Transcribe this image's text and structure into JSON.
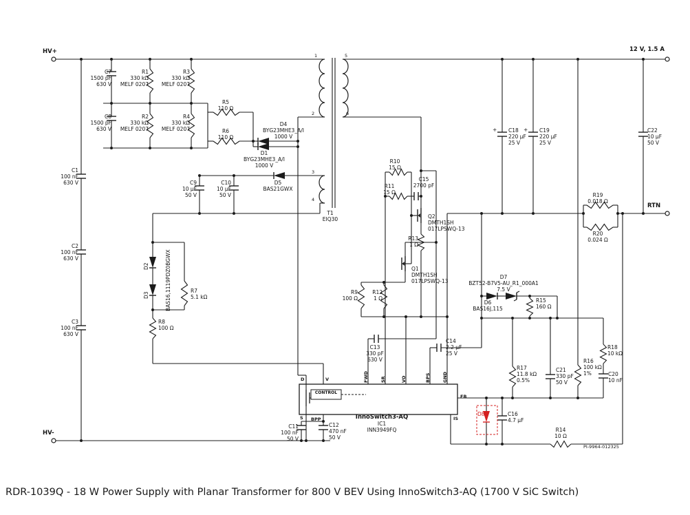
{
  "title": "RDR-1039Q - 18 W Power Supply with Planar Transformer for 800 V BEV Using InnoSwitch3-AQ (1700 V SiC Switch)",
  "doc_number": "PI-9964-012325",
  "colors": {
    "wire": "#1b1b1b",
    "optional_component_red": "#d42020"
  },
  "terminals": {
    "hv_plus": "HV+",
    "hv_minus": "HV-",
    "output": "12 V, 1.5 A",
    "rtn": "RTN"
  },
  "ic": {
    "ref": "IC1",
    "name": "InnoSwitch3-AQ",
    "part": "INN3949FQ",
    "control_label": "CONTROL",
    "pins": {
      "d": "D",
      "v": "V",
      "s": "S",
      "bpp": "BPP",
      "fwd": "FWD",
      "sr": "SR",
      "vo": "VO",
      "bps": "BPS",
      "gnd": "GND",
      "fb": "FB",
      "is": "IS"
    }
  },
  "transformer": {
    "ref": "T1",
    "part": "EIQ30",
    "pins": [
      "1",
      "2",
      "3",
      "4",
      "5",
      "6"
    ]
  },
  "components": {
    "C7": {
      "lines": [
        "C7",
        "1500 pF",
        "630 V"
      ]
    },
    "C8": {
      "lines": [
        "C8",
        "1500 pF",
        "630 V"
      ]
    },
    "R1": {
      "lines": [
        "R1",
        "330 kΩ",
        "MELF 0207"
      ]
    },
    "R2": {
      "lines": [
        "R2",
        "330 kΩ",
        "MELF 0207"
      ]
    },
    "R3": {
      "lines": [
        "R3",
        "330 kΩ",
        "MELF 0207"
      ]
    },
    "R4": {
      "lines": [
        "R4",
        "330 kΩ",
        "MELF 0207"
      ]
    },
    "R5": {
      "lines": [
        "R5",
        "110 Ω"
      ]
    },
    "R6": {
      "lines": [
        "R6",
        "110 Ω"
      ]
    },
    "D1": {
      "lines": [
        "D1",
        "BYG23MHE3_A/I",
        "1000 V"
      ]
    },
    "D4": {
      "lines": [
        "D4",
        "BYG23MHE3_A/I",
        "1000 V"
      ]
    },
    "C1": {
      "lines": [
        "C1",
        "100 nF",
        "630 V"
      ]
    },
    "C2": {
      "lines": [
        "C2",
        "100 nF",
        "630 V"
      ]
    },
    "C3": {
      "lines": [
        "C3",
        "100 nF",
        "630 V"
      ]
    },
    "C9": {
      "lines": [
        "C9",
        "10 µF",
        "50 V"
      ]
    },
    "C10": {
      "lines": [
        "C10",
        "10 µF",
        "50 V"
      ]
    },
    "D5": {
      "lines": [
        "D5",
        "BAS21GWX"
      ]
    },
    "D2": {
      "lines": [
        "D2"
      ]
    },
    "D3": {
      "lines": [
        "D3"
      ]
    },
    "D2_D3": {
      "part": "BAS16,1119PDZ0BGWX"
    },
    "R7": {
      "lines": [
        "R7",
        "5.1 kΩ"
      ]
    },
    "R8": {
      "lines": [
        "R8",
        "100 Ω"
      ]
    },
    "T1": {
      "lines": [
        "T1",
        "EIQ30"
      ]
    },
    "R10": {
      "lines": [
        "R10",
        "15 Ω"
      ]
    },
    "R11": {
      "lines": [
        "R11",
        "15 Ω"
      ]
    },
    "C15": {
      "lines": [
        "C15",
        "2700 pF"
      ]
    },
    "Q2": {
      "lines": [
        "Q2",
        "DMTH1SH",
        "017LPSWQ-13"
      ]
    },
    "R13": {
      "lines": [
        "R13",
        "1 Ω"
      ]
    },
    "Q1": {
      "lines": [
        "Q1",
        "DMTH1SH",
        "017LPSWQ-13"
      ]
    },
    "R9": {
      "lines": [
        "R9",
        "100 Ω"
      ]
    },
    "R12": {
      "lines": [
        "R12",
        "1 Ω"
      ]
    },
    "C13": {
      "lines": [
        "C13",
        "330 pF",
        "630 V"
      ]
    },
    "C14": {
      "lines": [
        "C14",
        "2.2 µF",
        "25 V"
      ]
    },
    "D6": {
      "lines": [
        "D6",
        "BAS16J,115"
      ]
    },
    "D7": {
      "lines": [
        "D7",
        "BZT52-B7V5-AU_R1_000A1",
        "7.5 V"
      ]
    },
    "R15": {
      "lines": [
        "R15",
        "160 Ω"
      ]
    },
    "C18": {
      "plus": "+",
      "lines": [
        "C18",
        "220 µF",
        "25 V"
      ]
    },
    "C19": {
      "plus": "+",
      "lines": [
        "C19",
        "220 µF",
        "25 V"
      ]
    },
    "C22": {
      "lines": [
        "C22",
        "10 µF",
        "50 V"
      ]
    },
    "R19": {
      "lines": [
        "R19",
        "0.018 Ω"
      ]
    },
    "R20": {
      "lines": [
        "R20",
        "0.024 Ω"
      ]
    },
    "R18": {
      "lines": [
        "R18",
        "10 kΩ"
      ]
    },
    "C20": {
      "lines": [
        "C20",
        "10 nF"
      ]
    },
    "R16": {
      "lines": [
        "R16",
        "100 kΩ",
        "1%"
      ]
    },
    "R17": {
      "lines": [
        "R17",
        "11.8 kΩ",
        "0.5%"
      ]
    },
    "C21": {
      "lines": [
        "C21",
        "330 pF",
        "50 V"
      ]
    },
    "C11": {
      "lines": [
        "C11",
        "100 nF",
        "50 V"
      ]
    },
    "C12": {
      "lines": [
        "C12",
        "470 nF",
        "50 V"
      ]
    },
    "C16": {
      "lines": [
        "C16",
        "4.7 µF"
      ]
    },
    "D8": {
      "lines": [
        "D8"
      ]
    },
    "R14": {
      "lines": [
        "R14",
        "10 Ω"
      ]
    }
  }
}
